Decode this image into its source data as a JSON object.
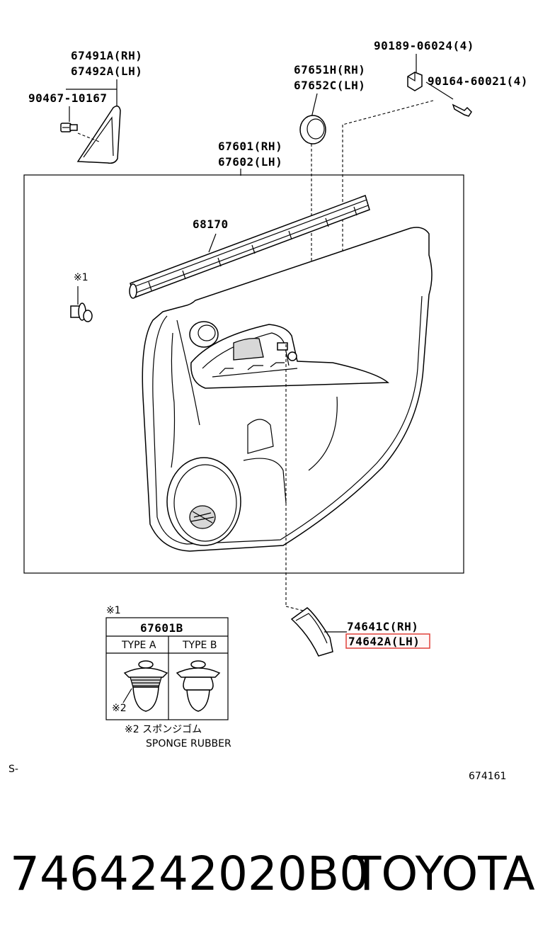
{
  "labels": {
    "garnish_rh": "67491A(RH)",
    "garnish_lh": "67492A(LH)",
    "screw_garnish": "90467-10167",
    "cover_rh": "67651H(RH)",
    "cover_lh": "67652C(LH)",
    "nut": "90189-06024(4)",
    "screw_top": "90164-60021(4)",
    "panel_rh": "67601(RH)",
    "panel_lh": "67602(LH)",
    "weatherstrip": "68170",
    "clip_ref": "※1",
    "arm_rh": "74641C(RH)",
    "arm_lh": "74642A(LH)",
    "footer_left": "S-",
    "footer_right": "674161"
  },
  "detail_box": {
    "ref": "※1",
    "title": "67601B",
    "type_a": "TYPE A",
    "type_b": "TYPE B",
    "sponge_ref": "※2",
    "note_jp": "※2 スポンジゴム",
    "note_en": "SPONGE RUBBER"
  },
  "caption": {
    "part_number": "7464242020B0",
    "brand": "TOYOTA"
  },
  "colors": {
    "highlight": "#e0403a",
    "line": "#000000"
  }
}
